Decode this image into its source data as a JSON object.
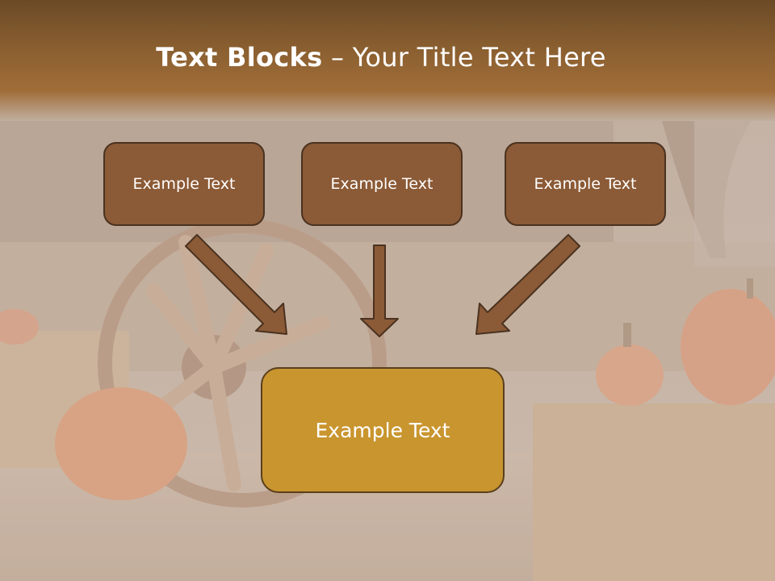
{
  "slide": {
    "title_bold": "Text Blocks",
    "title_dash": "–",
    "title_rest": "Your Title Text Here"
  },
  "blocks": {
    "top": [
      "Example Text",
      "Example Text",
      "Example Text"
    ],
    "main": "Example Text"
  },
  "colors": {
    "header": "#8a5f30",
    "top_box_fill": "#8b5a36",
    "top_box_border": "#4a3220",
    "main_box_fill": "#c9952f",
    "arrow_fill": "#8b5a36"
  }
}
